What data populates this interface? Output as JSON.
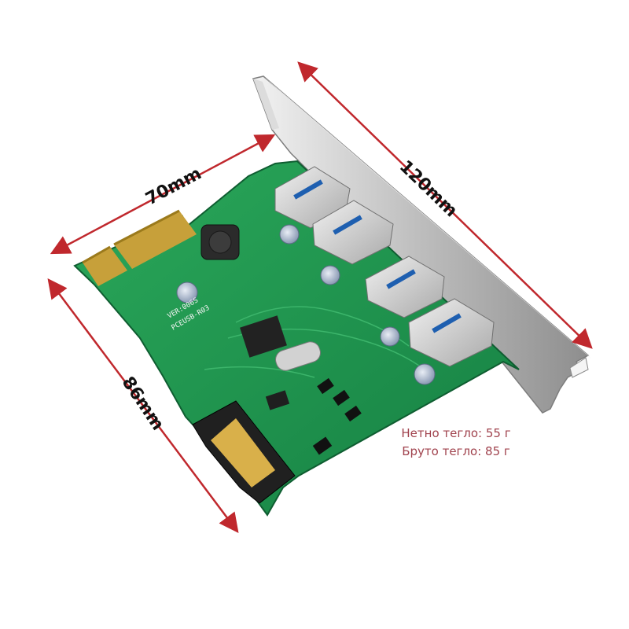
{
  "dimensions": {
    "length": "120mm",
    "width": "70mm",
    "height": "86mm"
  },
  "board": {
    "model_silkscreen": "PCEUSB-R03",
    "version_silkscreen": "VER:006S"
  },
  "weight_note": "Нетно тегло: 55 г Бруто тегло: 85 г",
  "colors": {
    "dimension_line": "#c0282d",
    "pcb": "#1f9a4f",
    "bracket": "#c9c9c9",
    "usb_port": "#d7d7d7",
    "note_text": "#a0424d"
  }
}
